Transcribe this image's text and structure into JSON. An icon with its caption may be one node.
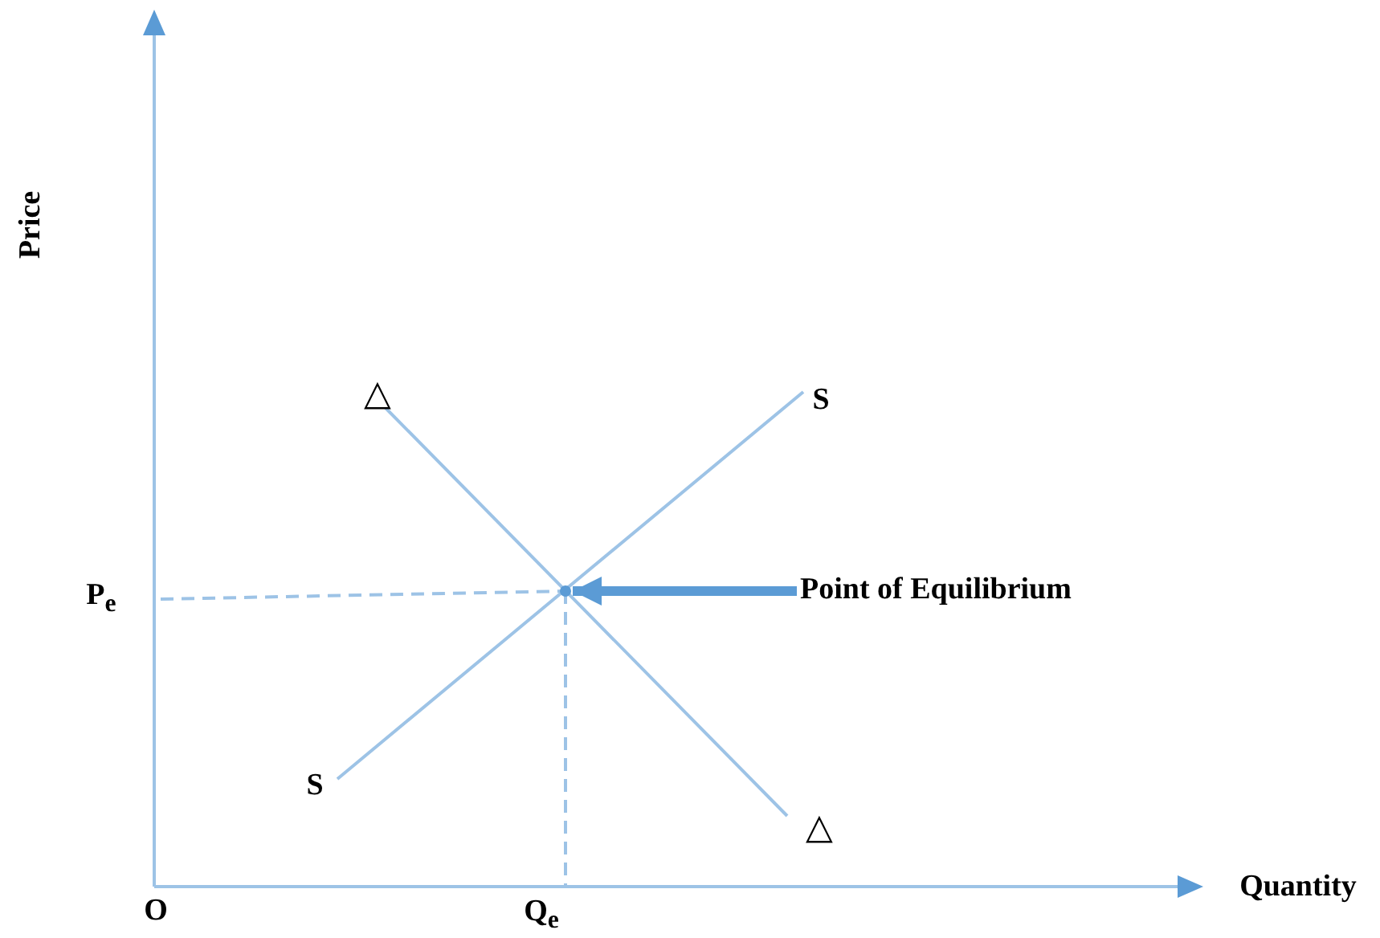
{
  "diagram": {
    "nodes": [
      {
        "text": [
          "Point of Equilibrium"
        ]
      },
      {
        "text": [],
        "shape": "circle"
      }
    ],
    "edges": [
      {
        "from": 0,
        "to": 1,
        "arrow": "to"
      }
    ],
    "labels": [
      "Price",
      "△",
      "S",
      "P$_{e}$",
      "S",
      "△",
      "O",
      "Q$_{e}$",
      "Quantity"
    ]
  }
}
